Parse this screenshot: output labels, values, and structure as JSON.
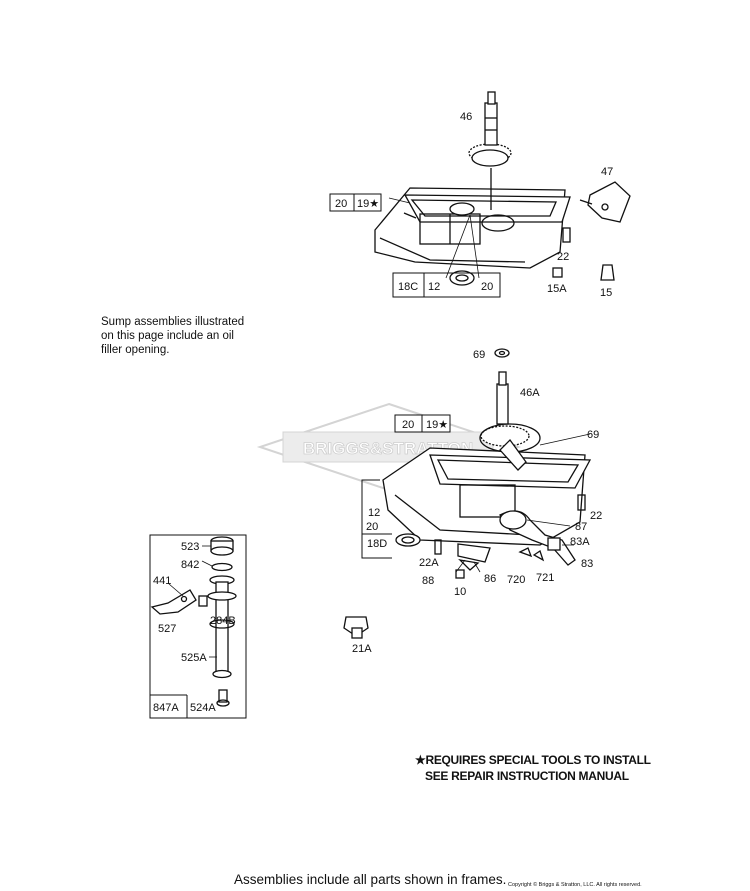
{
  "note": {
    "line1": "Sump assemblies illustrated",
    "line2": "on this page include an oil",
    "line3": "filler opening."
  },
  "requirement": {
    "line1": "★REQUIRES SPECIAL TOOLS TO INSTALL",
    "line2": "SEE REPAIR INSTRUCTION MANUAL"
  },
  "footer": "Assemblies include all parts shown in frames.",
  "copyright": "Copyright © Briggs & Stratton, LLC. All rights reserved.",
  "watermark": "BRIGGS&STRATTON",
  "top_assembly": {
    "labels": [
      "46",
      "47",
      "22",
      "15A",
      "15"
    ],
    "frame_top": [
      "20",
      "19★"
    ],
    "frame_bottom": [
      "18C",
      "12",
      "20"
    ]
  },
  "middle_assembly": {
    "labels": [
      "69",
      "46A",
      "69",
      "22",
      "87",
      "83A",
      "83",
      "22A",
      "88",
      "86",
      "720",
      "721",
      "10",
      "21A"
    ],
    "frame_top": [
      "20",
      "19★"
    ],
    "frame_side": [
      "12",
      "20",
      "18D"
    ]
  },
  "governor_kit": {
    "labels": [
      "523",
      "842",
      "441",
      "284B",
      "527",
      "525A",
      "524A"
    ],
    "frame_label": "847A"
  }
}
